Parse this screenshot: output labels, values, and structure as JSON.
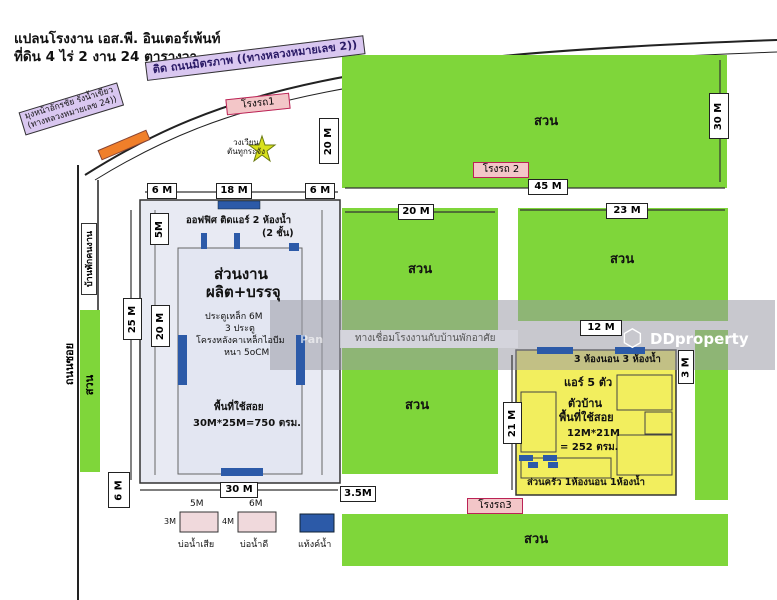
{
  "title": {
    "line1": "แปลนโรงงาน เอส.พี. อินเตอร์เพ้นท์",
    "line2": "ที่ดิน  4 ไร่  2 งาน  24 ตารางวา"
  },
  "roads": {
    "main_road": "ติด ถนนมิตรภาพ ((ทางหลวงหมายเลข 2))",
    "left_road_line1": "มุงหน้าอักรชัย รังน้ำเขียว",
    "left_road_line2": "(ทางหลวงหมายเลข 24))",
    "side_road": "ถนนซอย"
  },
  "labels": {
    "garage1": "โรงรถ1",
    "garage2": "โรงรถ 2",
    "garage3": "โรงรถ3",
    "guard_line1": "วงเวียน",
    "guard_line2": "ตันทูกระจัง",
    "office_line1": "ออฟฟิศ ติดแอร์ 2 ห้องน้ำ",
    "office_line2": "(2 ชั้น)",
    "factory_title_line1": "ส่วนงาน",
    "factory_title_line2": "ผลิต+บรรจุ",
    "factory_d1": "ประตูเหล็ก 6M",
    "factory_d2": "3 ประตู",
    "factory_d3": "โครงหลังคาเหล็กไอบีม",
    "factory_d4": "หนา 5oCM",
    "factory_area_line1": "พื้นที่ใช้สอย",
    "factory_area_line2": "30M*25M=750 ตรม.",
    "worker_house": "บ้านพักคนงาน",
    "garden": "สวน",
    "connector": "ทางเชื่อมโรงงานกับบ้านพักอาศัย",
    "house_rooms": "3 ห้องนอน 3 ห้องน้ำ",
    "house_ac": "แอร์ 5 ตัว",
    "house_title_line1": "ตัวบ้าน",
    "house_title_line2": "พื้นที่ใช้สอย",
    "house_area_line1": "12M*21M",
    "house_area_line2": "= 252 ตรม.",
    "house_kitchen": "ส่วนครัว 1ห้องนอน 1ห้องน้ำ",
    "waste_pond": "บ่อน้ำเสีย",
    "good_pond": "บ่อน้ำดี",
    "water_tank": "แท้งค์น้ำ"
  },
  "dims": {
    "d_20m_top": "20 M",
    "d_30m_right": "30 M",
    "d_6m_a": "6 M",
    "d_18m": "18 M",
    "d_6m_b": "6 M",
    "d_45m": "45 M",
    "d_20m_mid": "20 M",
    "d_23m": "23 M",
    "d_5m": "5M",
    "d_25m": "25 M",
    "d_20m_left": "20 M",
    "d_12m": "12 M",
    "d_3m_right": "3 M",
    "d_21m": "21 M",
    "d_6m_bottom": "6 M",
    "d_30m_bottom": "30 M",
    "d_3_5m": "3.5M",
    "d_5m_pond": "5M",
    "d_6m_pond": "6M",
    "d_3m_pond": "3M",
    "d_4m_pond": "4M"
  },
  "watermark": {
    "brand": "DDproperty",
    "faint": "Pan"
  },
  "colors": {
    "garden": "#7fd63a",
    "house": "#f2ee5e",
    "factory": "#e3e6f2",
    "road": "#cfcfe6",
    "door": "#2c5aa8",
    "road_sign": "#d9c7f0",
    "garage": "#f3c6c8",
    "orange_road": "#f07f2a"
  }
}
